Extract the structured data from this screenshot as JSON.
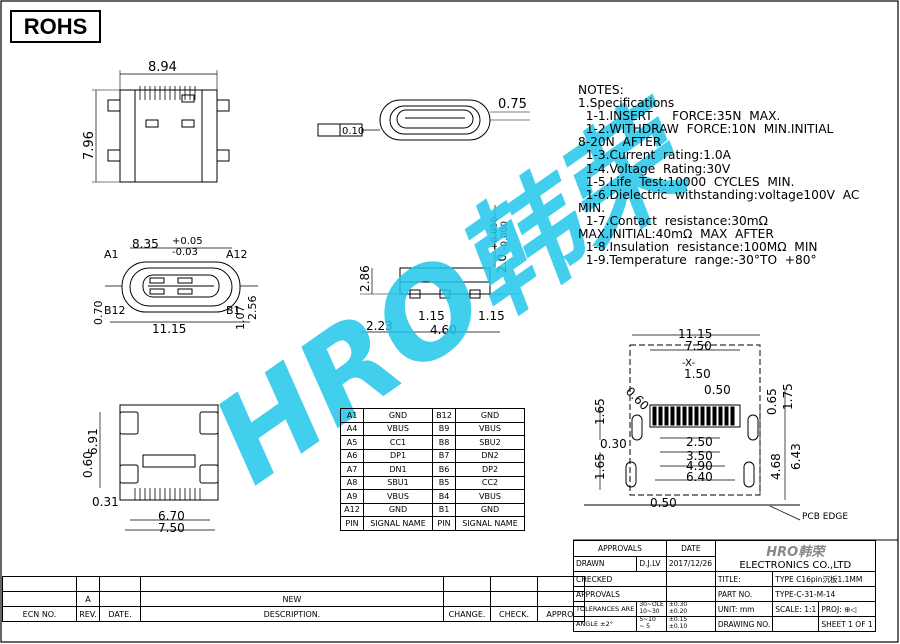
{
  "badge": {
    "text": "ROHS"
  },
  "watermark": {
    "text": "HRO韩荣",
    "color": "#21c7ea"
  },
  "dimensions": {
    "top_view_width": "8.94",
    "top_view_height": "7.96",
    "shell_thickness": "0.75",
    "flatness": "0.10",
    "front_width": "8.35",
    "front_tol_plus": "+0.05",
    "front_tol_minus": "-0.03",
    "pin_a1": "A1",
    "pin_a12": "A12",
    "pin_b12": "B12",
    "pin_b1": "B1",
    "height_2": "2.0",
    "height_2_tol_plus": "+0.050",
    "height_2_tol_minus": "-0.000",
    "v_070": "0.70",
    "v_107": "1.07",
    "v_256": "2.56",
    "front_overall": "11.15",
    "side_286": "2.86",
    "side_223": "2.23",
    "side_115a": "1.15",
    "side_460": "4.60",
    "side_115b": "1.15",
    "bottom_691": "6.91",
    "bottom_060": "0.60",
    "bottom_031": "0.31",
    "bottom_670": "6.70",
    "bottom_750": "7.50",
    "pcb_1115": "11.15",
    "pcb_750": "7.50",
    "pcb_x": "-X-",
    "pcb_150": "1.50",
    "pcb_050": "0.50",
    "pcb_060": "0.60",
    "pcb_165a": "1.65",
    "pcb_030": "0.30",
    "pcb_250": "2.50",
    "pcb_350": "3.50",
    "pcb_490": "4.90",
    "pcb_640": "6.40",
    "pcb_165b": "1.65",
    "pcb_050b": "0.50",
    "pcb_r065": "0.65",
    "pcb_175": "1.75",
    "pcb_468": "4.68",
    "pcb_643": "6.43",
    "pcb_label": "PCB EDGE"
  },
  "notes": [
    "NOTES:",
    "1.Specifications",
    "  1-1.INSERT     FORCE:35N  MAX.",
    "  1-2.WITHDRAW  FORCE:10N  MIN.INITIAL",
    "8-20N  AFTER",
    "  1-3.Current  rating:1.0A",
    "  1-4.Voltage  Rating:30V",
    "  1-5.Life  Test:10000  CYCLES  MIN.",
    "  1-6.Dielectric  withstanding:voltage100V  AC",
    "MIN.",
    "  1-7.Contact  resistance:30mΩ",
    "MAX.INITIAL:40mΩ  MAX  AFTER",
    "  1-8.Insulation  resistance:100MΩ  MIN",
    "  1-9.Temperature  range:-30°TO  +80°"
  ],
  "pin_table": {
    "rows": [
      [
        "A1",
        "GND",
        "B12",
        "GND"
      ],
      [
        "A4",
        "VBUS",
        "B9",
        "VBUS"
      ],
      [
        "A5",
        "CC1",
        "B8",
        "SBU2"
      ],
      [
        "A6",
        "DP1",
        "B7",
        "DN2"
      ],
      [
        "A7",
        "DN1",
        "B6",
        "DP2"
      ],
      [
        "A8",
        "SBU1",
        "B5",
        "CC2"
      ],
      [
        "A9",
        "VBUS",
        "B4",
        "VBUS"
      ],
      [
        "A12",
        "GND",
        "B1",
        "GND"
      ],
      [
        "PIN",
        "SIGNAL NAME",
        "PIN",
        "SIGNAL NAME"
      ]
    ]
  },
  "title_block": {
    "approvals": "APPROVALS",
    "date": "DATE",
    "drawn": "DRAWN",
    "drawn_by": "D.J.LV",
    "drawn_date": "2017/12/26",
    "checked": "CHECKED",
    "approvals2": "APPROVALS",
    "tolerances": "TOLERANCES",
    "are": "ARE",
    "tol_ranges": [
      "30~OLE",
      "10~30",
      "5~10",
      "~ 5"
    ],
    "tol_values": [
      "±0.30",
      "±0.20",
      "±0.15",
      "±0.10"
    ],
    "angle_label": "ANGLE",
    "angle_value": "±2°",
    "logo": "HRO韩荣",
    "company": "ELECTRONICS  CO.,LTD",
    "title_label": "TITLE:",
    "title_value": "TYPE  C16pin沉板1.1MM",
    "part_label": "PART NO.",
    "part_value": "TYPE-C-31-M-14",
    "unit": "UNIT:  mm",
    "scale": "SCALE:  1:1",
    "proj": "PROJ:",
    "drawing_no": "DRAWING NO.",
    "sheet": "SHEET   1  OF  1"
  },
  "revision_table": {
    "rev": "A",
    "new": "NEW",
    "ecn_no": "ECN  NO.",
    "rev_label": "REV.",
    "date_label": "DATE.",
    "description": "DESCRIPTION.",
    "change": "CHANGE.",
    "check": "CHECK.",
    "appro": "APPRO."
  }
}
